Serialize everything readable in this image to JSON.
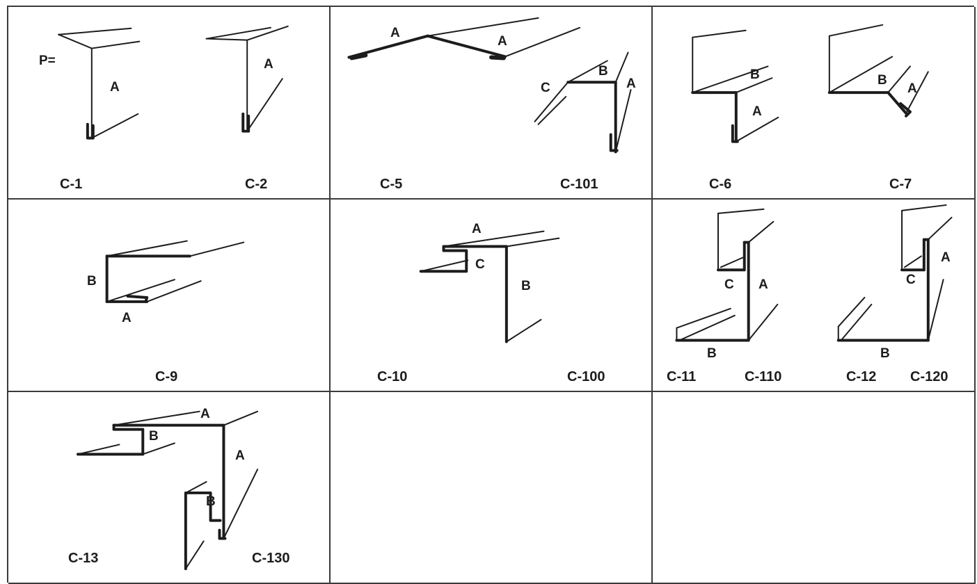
{
  "cells": [
    {
      "codes": [
        "C-1",
        "C-2"
      ],
      "prefix": "P=",
      "dimension_labels": [
        "A",
        "A"
      ]
    },
    {
      "codes": [
        "C-5",
        "C-101"
      ],
      "dimension_labels": [
        "A",
        "A",
        "C",
        "B",
        "A"
      ]
    },
    {
      "codes": [
        "C-6",
        "C-7"
      ],
      "dimension_labels": [
        "B",
        "A",
        "B",
        "A"
      ]
    },
    {
      "codes": [
        "C-9"
      ],
      "dimension_labels": [
        "B",
        "A"
      ]
    },
    {
      "codes": [
        "C-10",
        "C-100"
      ],
      "dimension_labels": [
        "A",
        "C",
        "B"
      ]
    },
    {
      "codes": [
        "C-11",
        "C-110",
        "C-12",
        "C-120"
      ],
      "dimension_labels": [
        "C",
        "A",
        "B",
        "A",
        "C",
        "B"
      ]
    },
    {
      "codes": [
        "C-13",
        "C-130"
      ],
      "dimension_labels": [
        "A",
        "B",
        "A",
        "B"
      ]
    },
    {
      "codes": [],
      "dimension_labels": []
    },
    {
      "codes": [],
      "dimension_labels": []
    }
  ]
}
